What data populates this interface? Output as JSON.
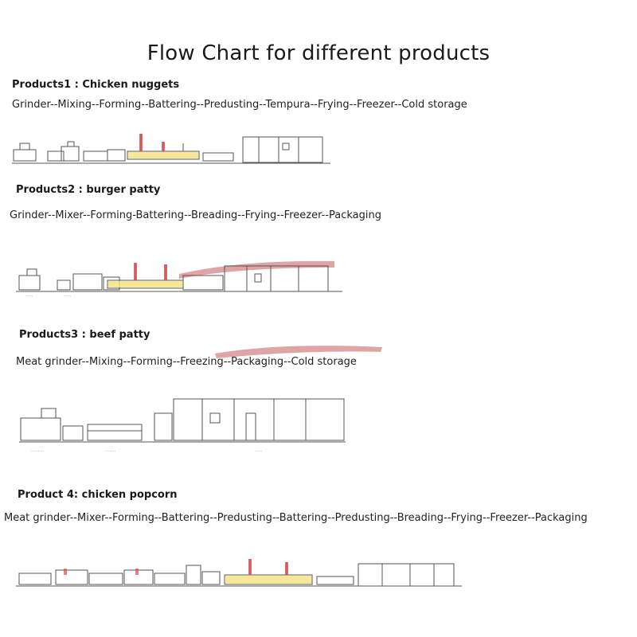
{
  "title": "Flow Chart for different products",
  "products": [
    {
      "heading": "Products1 : Chicken nuggets",
      "flow": "Grinder--Mixing--Forming--Battering--Predusting--Tempura--Frying--Freezer--Cold storage"
    },
    {
      "heading": "Products2 : burger patty",
      "flow": "Grinder--Mixer--Forming-Battering--Breading--Frying--Freezer--Packaging"
    },
    {
      "heading": "Products3 : beef patty",
      "flow": "Meat grinder--Mixing--Forming--Freezing--Packaging--Cold storage"
    },
    {
      "heading": "Product 4: chicken popcorn",
      "flow": "Meat grinder--Mixer--Forming--Battering--Predusting--Battering--Predusting--Breading--Frying--Freezer--Packaging"
    }
  ],
  "colors": {
    "line": "#555555",
    "accent_red": "#d94a4a",
    "accent_yellow": "#f4e27a",
    "label_green": "#6fbf6f",
    "smear": "#c75a5a"
  }
}
